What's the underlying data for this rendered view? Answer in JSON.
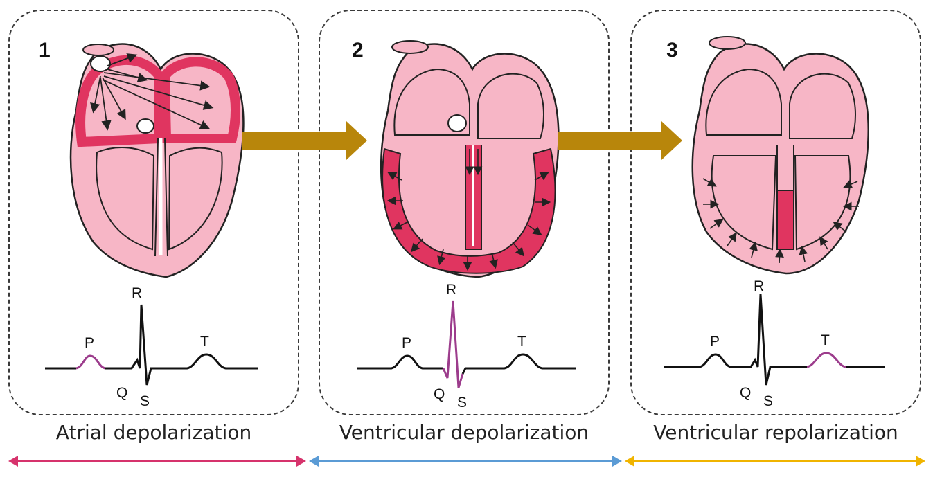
{
  "stages": [
    {
      "number": "1",
      "caption": "Atrial depolarization",
      "highlight_wave": "P",
      "active_color": "#e03560"
    },
    {
      "number": "2",
      "caption": "Ventricular depolarization",
      "highlight_wave": "QRS",
      "active_color": "#e03560"
    },
    {
      "number": "3",
      "caption": "Ventricular repolarization",
      "highlight_wave": "T",
      "active_color": "#e03560"
    }
  ],
  "ecg_labels": {
    "p": "P",
    "q": "Q",
    "r": "R",
    "s": "S",
    "t": "T"
  },
  "colors": {
    "heart_fill": "#f7b6c6",
    "heart_active": "#e03560",
    "transition_arrow": "#b8860b",
    "highlight_trace": "#9c3c8c",
    "bottom_arrows": [
      "#d6336c",
      "#5b9bd5",
      "#f0b400"
    ]
  }
}
